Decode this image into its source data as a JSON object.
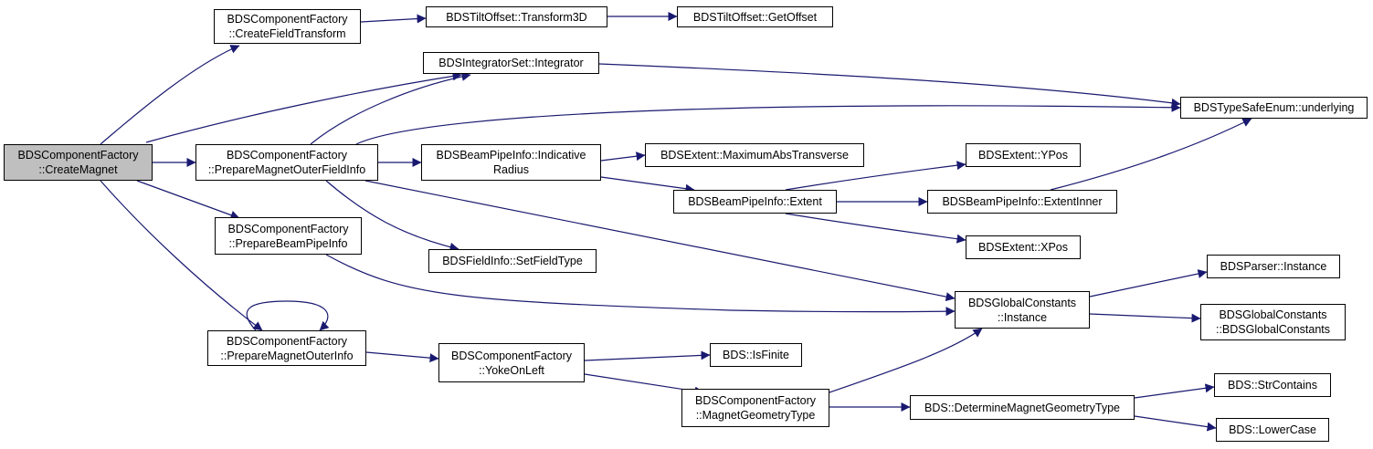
{
  "colors": {
    "edge": "#191970",
    "root_fill": "#bfbfbf",
    "node_fill": "#ffffff",
    "border": "#000000"
  },
  "nodes": {
    "n_createmagnet": {
      "lines": [
        "BDSComponentFactory",
        "::CreateMagnet"
      ],
      "root": true
    },
    "n_createfieldtransform": {
      "lines": [
        "BDSComponentFactory",
        "::CreateFieldTransform"
      ]
    },
    "n_transform3d": {
      "lines": [
        "BDSTiltOffset::Transform3D"
      ]
    },
    "n_getoffset": {
      "lines": [
        "BDSTiltOffset::GetOffset"
      ]
    },
    "n_integrator": {
      "lines": [
        "BDSIntegratorSet::Integrator"
      ]
    },
    "n_underlying": {
      "lines": [
        "BDSTypeSafeEnum::underlying"
      ]
    },
    "n_preparemagnetouterfieldinfo": {
      "lines": [
        "BDSComponentFactory",
        "::PrepareMagnetOuterFieldInfo"
      ]
    },
    "n_indicativeradius": {
      "lines": [
        "BDSBeamPipeInfo::Indicative",
        "Radius"
      ]
    },
    "n_maximumabstransverse": {
      "lines": [
        "BDSExtent::MaximumAbsTransverse"
      ]
    },
    "n_ypos": {
      "lines": [
        "BDSExtent::YPos"
      ]
    },
    "n_extent": {
      "lines": [
        "BDSBeamPipeInfo::Extent"
      ]
    },
    "n_extentinner": {
      "lines": [
        "BDSBeamPipeInfo::ExtentInner"
      ]
    },
    "n_preparebeampipeinfo": {
      "lines": [
        "BDSComponentFactory",
        "::PrepareBeamPipeInfo"
      ]
    },
    "n_setfieldtype": {
      "lines": [
        "BDSFieldInfo::SetFieldType"
      ]
    },
    "n_xpos": {
      "lines": [
        "BDSExtent::XPos"
      ]
    },
    "n_parserinstance": {
      "lines": [
        "BDSParser::Instance"
      ]
    },
    "n_globalinstance": {
      "lines": [
        "BDSGlobalConstants",
        "::Instance"
      ]
    },
    "n_globalconstants": {
      "lines": [
        "BDSGlobalConstants",
        "::BDSGlobalConstants"
      ]
    },
    "n_preparemagnetouterinfo": {
      "lines": [
        "BDSComponentFactory",
        "::PrepareMagnetOuterInfo"
      ]
    },
    "n_yokeonleft": {
      "lines": [
        "BDSComponentFactory",
        "::YokeOnLeft"
      ]
    },
    "n_isfinite": {
      "lines": [
        "BDS::IsFinite"
      ]
    },
    "n_magnetgeometrytype": {
      "lines": [
        "BDSComponentFactory",
        "::MagnetGeometryType"
      ]
    },
    "n_determinemagnetgeometrytype": {
      "lines": [
        "BDS::DetermineMagnetGeometryType"
      ]
    },
    "n_strcontains": {
      "lines": [
        "BDS::StrContains"
      ]
    },
    "n_lowercase": {
      "lines": [
        "BDS::LowerCase"
      ]
    }
  },
  "edges": [
    [
      "n_createmagnet",
      "n_createfieldtransform"
    ],
    [
      "n_createmagnet",
      "n_integrator"
    ],
    [
      "n_createmagnet",
      "n_preparemagnetouterfieldinfo"
    ],
    [
      "n_createmagnet",
      "n_preparebeampipeinfo"
    ],
    [
      "n_createmagnet",
      "n_preparemagnetouterinfo"
    ],
    [
      "n_createfieldtransform",
      "n_transform3d"
    ],
    [
      "n_transform3d",
      "n_getoffset"
    ],
    [
      "n_integrator",
      "n_underlying"
    ],
    [
      "n_preparemagnetouterfieldinfo",
      "n_integrator"
    ],
    [
      "n_preparemagnetouterfieldinfo",
      "n_underlying"
    ],
    [
      "n_preparemagnetouterfieldinfo",
      "n_indicativeradius"
    ],
    [
      "n_preparemagnetouterfieldinfo",
      "n_setfieldtype"
    ],
    [
      "n_preparemagnetouterfieldinfo",
      "n_globalinstance"
    ],
    [
      "n_indicativeradius",
      "n_maximumabstransverse"
    ],
    [
      "n_indicativeradius",
      "n_extent"
    ],
    [
      "n_extent",
      "n_ypos"
    ],
    [
      "n_extent",
      "n_extentinner"
    ],
    [
      "n_extent",
      "n_xpos"
    ],
    [
      "n_extentinner",
      "n_underlying"
    ],
    [
      "n_preparebeampipeinfo",
      "n_globalinstance"
    ],
    [
      "n_globalinstance",
      "n_parserinstance"
    ],
    [
      "n_globalinstance",
      "n_globalconstants"
    ],
    [
      "n_preparemagnetouterinfo",
      "n_preparemagnetouterinfo"
    ],
    [
      "n_preparemagnetouterinfo",
      "n_yokeonleft"
    ],
    [
      "n_yokeonleft",
      "n_isfinite"
    ],
    [
      "n_yokeonleft",
      "n_magnetgeometrytype"
    ],
    [
      "n_magnetgeometrytype",
      "n_globalinstance"
    ],
    [
      "n_magnetgeometrytype",
      "n_determinemagnetgeometrytype"
    ],
    [
      "n_determinemagnetgeometrytype",
      "n_strcontains"
    ],
    [
      "n_determinemagnetgeometrytype",
      "n_lowercase"
    ]
  ]
}
